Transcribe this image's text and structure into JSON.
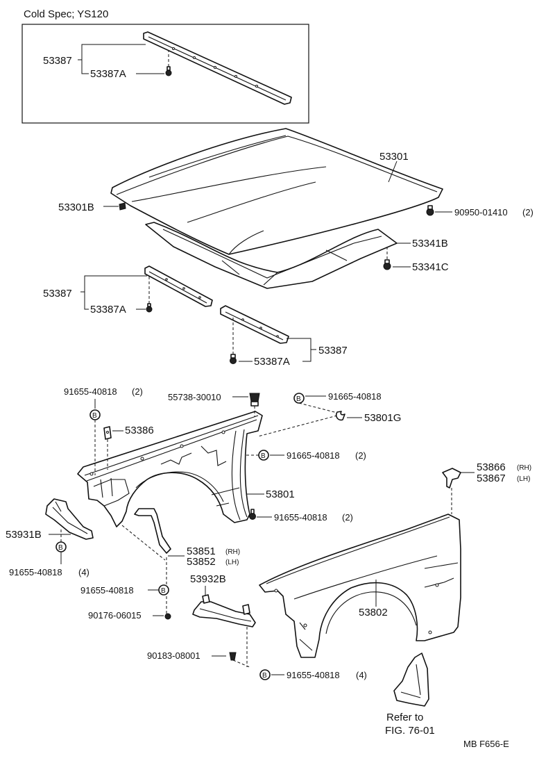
{
  "inset": {
    "title": "Cold Spec; YS120",
    "labels": [
      "53387",
      "53387A"
    ]
  },
  "hood_group": {
    "hood": "53301",
    "hood_cushion": "53301B",
    "hood_bolt": "90950-01410",
    "hood_bolt_qty": "(2)",
    "hood_sub": "53341B",
    "hood_sub_clip": "53341C",
    "bar_left": "53387",
    "bar_left_clip": "53387A",
    "bar_right": "53387",
    "bar_right_clip": "53387A"
  },
  "fender_group": {
    "bolt_top_left": "91655-40818",
    "bolt_top_left_qty": "(2)",
    "clip_55738": "55738-30010",
    "bolt_top_right": "91665-40818",
    "seal_53801G": "53801G",
    "bracket_53386": "53386",
    "bolt_mid": "91665-40818",
    "bolt_mid_qty": "(2)",
    "apron_53801": "53801",
    "bolt_lower": "91655-40818",
    "bolt_lower_qty": "(2)",
    "brace_53931B": "53931B",
    "bolt_brace": "91655-40818",
    "bolt_brace_qty": "(4)",
    "bracket_53851": "53851",
    "bracket_53851_side": "(RH)",
    "bracket_53852": "53852",
    "bracket_53852_side": "(LH)",
    "bolt_bracket": "91655-40818",
    "screw_90176": "90176-06015",
    "shield_53932B": "53932B",
    "clip_90183": "90183-08001",
    "bolt_shield": "91655-40818",
    "bolt_shield_qty": "(4)",
    "fender_53802": "53802",
    "cap_53866": "53866",
    "cap_53866_side": "(RH)",
    "cap_53867": "53867",
    "cap_53867_side": "(LH)"
  },
  "footer": {
    "refer_line1": "Refer to",
    "refer_line2": "FIG. 76-01",
    "code": "MB  F656-E"
  },
  "icons": {
    "bolt_marker": "B-circle-icon"
  }
}
